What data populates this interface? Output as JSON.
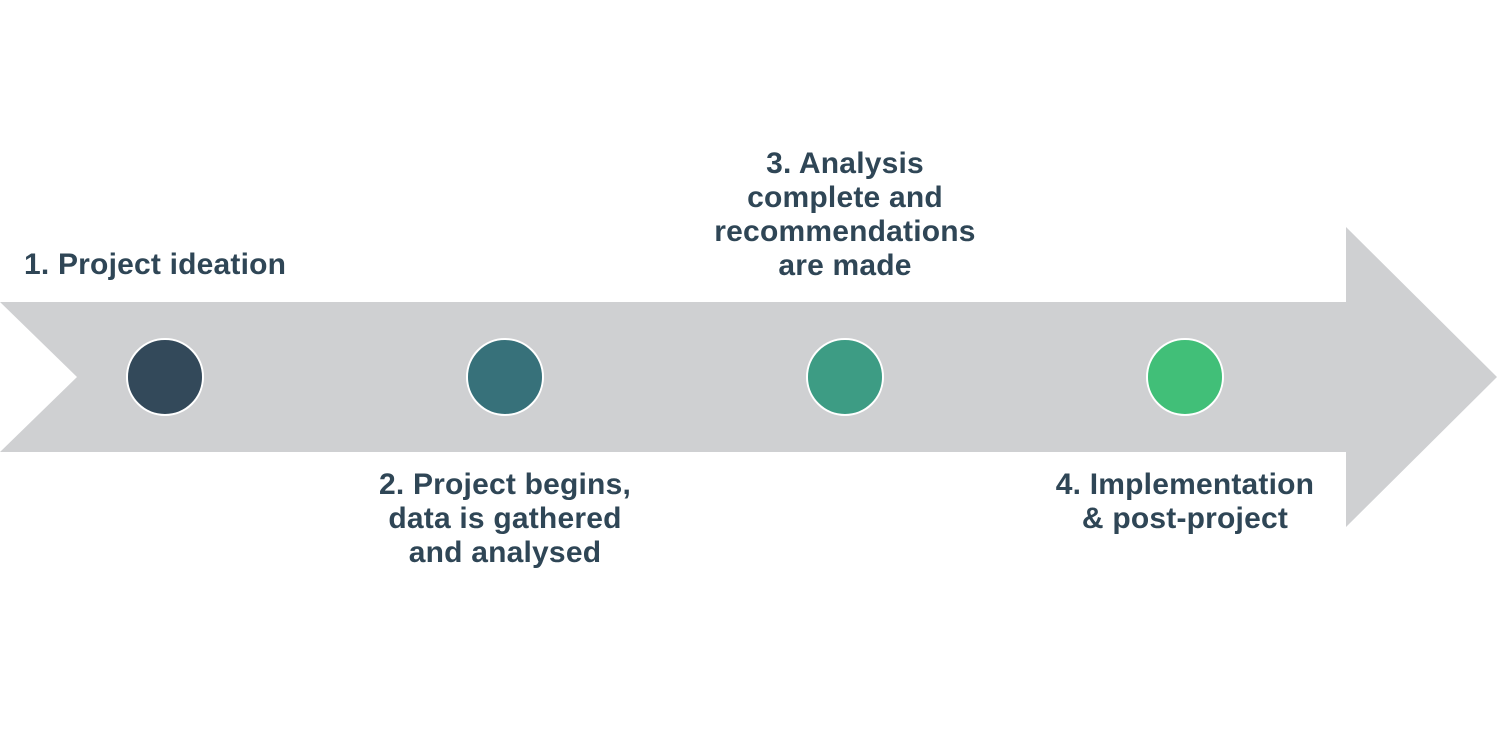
{
  "steps": [
    {
      "label": "1. Project ideation",
      "color": "#33495a"
    },
    {
      "label": "2. Project begins,\ndata is gathered\nand analysed",
      "color": "#37717a"
    },
    {
      "label": "3. Analysis\ncomplete and\nrecommendations\nare made",
      "color": "#3d9c84"
    },
    {
      "label": "4. Implementation\n& post-project",
      "color": "#41bf78"
    }
  ],
  "arrow_color": "#cfd0d2",
  "text_color": "#2f4656"
}
